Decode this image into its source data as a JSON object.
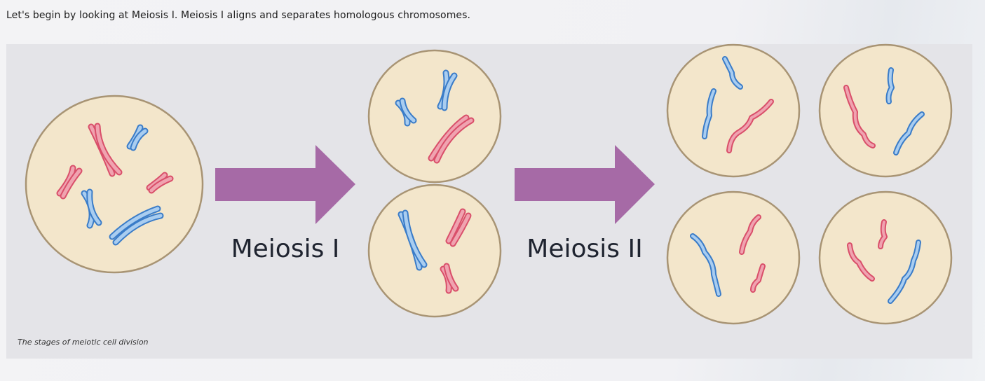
{
  "intro_text": "Let's begin by looking at Meiosis I. Meiosis I aligns and separates homologous chromosomes.",
  "figure": {
    "caption": "The stages of meiotic cell division",
    "stage_labels": [
      "Meiosis I",
      "Meiosis II"
    ],
    "colors": {
      "cell_fill": "#f3e6cb",
      "cell_border": "#a89474",
      "arrow": "#a66aa6",
      "red_outline": "#d94f6a",
      "red_fill": "#f0a3b0",
      "blue_outline": "#3a7cc8",
      "blue_fill": "#a9cdf0"
    }
  }
}
